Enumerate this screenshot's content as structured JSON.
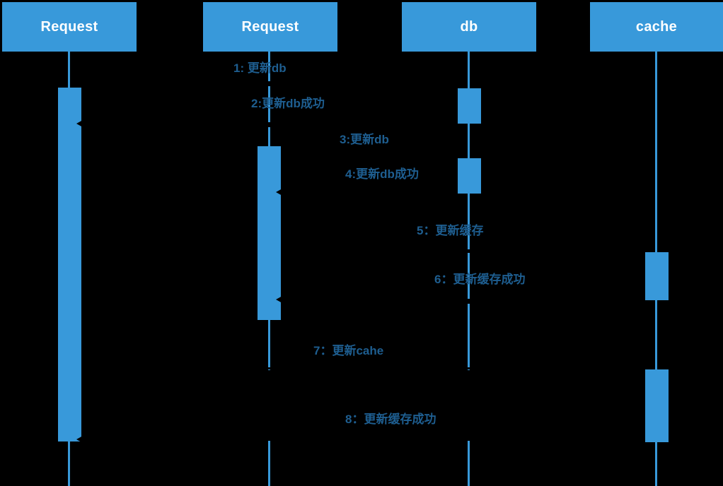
{
  "diagram": {
    "kind": "uml-sequence-diagram",
    "background_color": "#000000",
    "actor_fill_color": "#3899DA",
    "actor_text_color": "#FFFFFF",
    "lifeline_color": "#3899DA",
    "activation_color": "#3899DA",
    "arrow_color": "#000000",
    "message_text_color": "#1E5E90"
  },
  "actors": [
    {
      "label": "Request"
    },
    {
      "label": "Request"
    },
    {
      "label": "db"
    },
    {
      "label": "cache"
    }
  ],
  "messages": [
    {
      "text": "1: 更新db",
      "from": "Request(1)",
      "to": "db"
    },
    {
      "text": "2:更新db成功",
      "from": "db",
      "to": "Request(1)"
    },
    {
      "text": "3:更新db",
      "from": "Request(2)",
      "to": "db"
    },
    {
      "text": "4:更新db成功",
      "from": "db",
      "to": "Request(2)"
    },
    {
      "text": "5：更新缓存",
      "from": "Request(2)",
      "to": "cache"
    },
    {
      "text": "6：更新缓存成功",
      "from": "cache",
      "to": "Request(2)"
    },
    {
      "text": "7：更新cahe",
      "from": "Request(1)",
      "to": "cache"
    },
    {
      "text": "8：更新缓存成功",
      "from": "cache",
      "to": "Request(1)"
    }
  ]
}
